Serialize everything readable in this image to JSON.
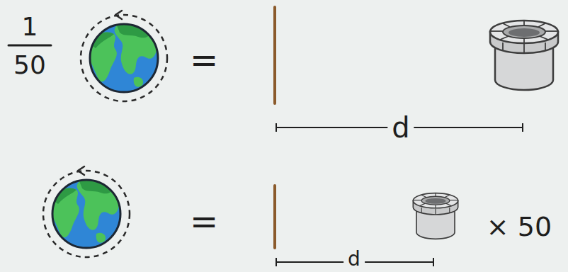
{
  "diagram": {
    "labels": [
      "1",
      "50",
      "=",
      "d",
      "=",
      "× 50",
      "d"
    ]
  }
}
